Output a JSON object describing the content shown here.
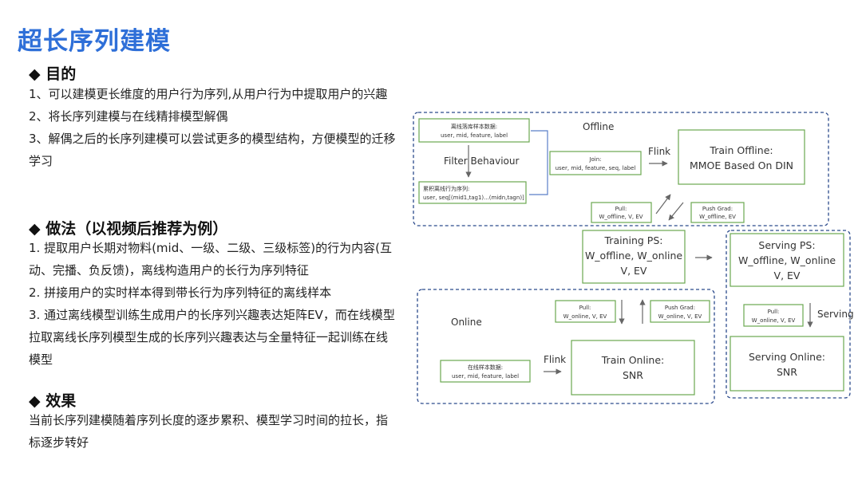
{
  "title": "超长序列建模",
  "sections": {
    "goal": {
      "heading": "◆ 目的",
      "items": [
        "1、可以建模更长维度的用户行为序列,从用户行为中提取用户的兴趣",
        "2、将长序列建模与在线精排模型解偶",
        "3、解偶之后的长序列建模可以尝试更多的模型结构，方便模型的迁移学习"
      ]
    },
    "method": {
      "heading": "◆ 做法（以视频后推荐为例）",
      "items": [
        "1. 提取用户长期对物料(mid、一级、二级、三级标签)的行为内容(互动、完播、负反馈)，离线构造用户的长行为序列特征",
        "2. 拼接用户的实时样本得到带长行为序列特征的离线样本",
        "3. 通过离线模型训练生成用户的长序列兴趣表达矩阵EV，而在线模型拉取离线长序列模型生成的长序列兴趣表达与全量特征一起训练在线模型"
      ]
    },
    "effect": {
      "heading": "◆ 效果",
      "items": [
        "当前长序列建模随着序列长度的逐步累积、模型学习时间的拉长，指标逐步转好"
      ]
    }
  },
  "diagram": {
    "offline_label": "Offline",
    "online_label": "Online",
    "offline_sample": {
      "line1": "离线落库样本数据:",
      "line2": "user, mid, feature, label"
    },
    "filter_label": "Filter  Behaviour",
    "seq_box": {
      "line1": "累积离线行为序列:",
      "line2": "user, seq[(mid1,tag1)...(midn,tagn)]"
    },
    "join_box": {
      "line1": "Join:",
      "line2": "user, mid, feature, seq, label"
    },
    "flink_offline": "Flink",
    "train_offline": {
      "line1": "Train  Offline:",
      "line2": "MMOE  Based  On  DIN"
    },
    "pull_offline": {
      "line1": "Pull:",
      "line2": "W_offline, V, EV"
    },
    "push_offline": {
      "line1": "Push  Grad:",
      "line2": "W_offline,  EV"
    },
    "training_ps": {
      "line1": "Training  PS:",
      "line2": "W_offline, W_online",
      "line3": "V,  EV"
    },
    "serving_ps": {
      "line1": "Serving  PS:",
      "line2": "W_offline, W_online",
      "line3": "V,  EV"
    },
    "pull_online": {
      "line1": "Pull:",
      "line2": "W_online, V,  EV"
    },
    "push_online": {
      "line1": "Push  Grad:",
      "line2": "W_online, V,  EV"
    },
    "online_sample": {
      "line1": "在线样本数据:",
      "line2": "user, mid, feature, label"
    },
    "flink_online": "Flink",
    "train_online": {
      "line1": "Train  Online:",
      "line2": "SNR"
    },
    "pull_serving": {
      "line1": "Pull:",
      "line2": "W_online, V,  EV"
    },
    "serving_label": "Serving",
    "serving_online": {
      "line1": "Serving  Online:",
      "line2": "SNR"
    }
  }
}
